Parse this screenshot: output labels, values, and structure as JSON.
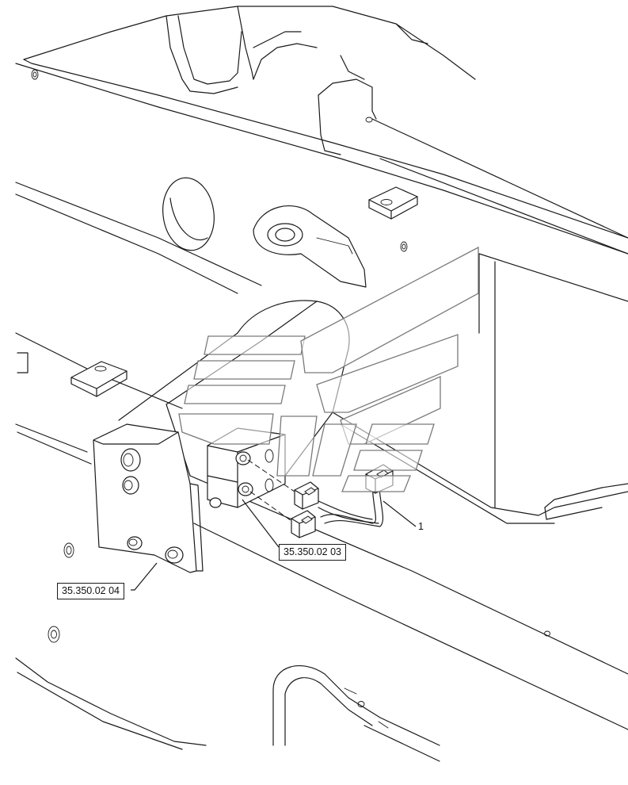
{
  "callouts": [
    {
      "id": "ref-35-350-02-03",
      "label": "35.350.02 03"
    },
    {
      "id": "ref-35-350-02-04",
      "label": "35.350.02 04"
    }
  ],
  "items": [
    {
      "id": "item-1",
      "number": "1",
      "description": ""
    }
  ],
  "colors": {
    "line": "#1a1a1a",
    "watermark": "#7a7a7a",
    "background": "#ffffff"
  }
}
